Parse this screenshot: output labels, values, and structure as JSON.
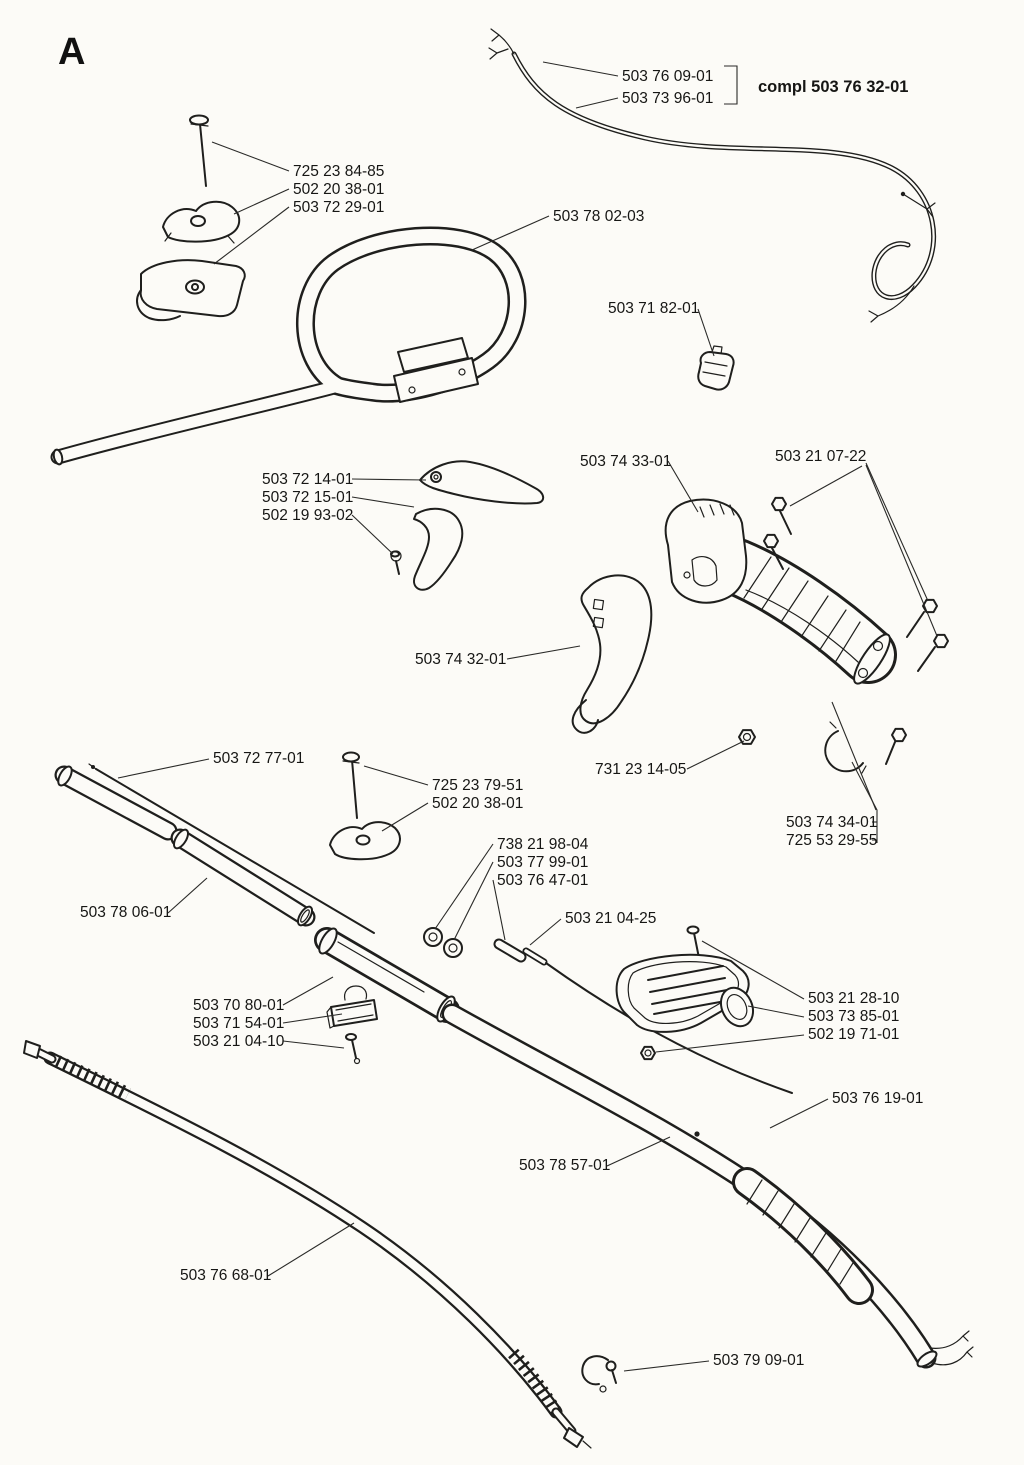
{
  "page": {
    "section_label": "A"
  },
  "colors": {
    "ink": "#1f1f1d",
    "paper": "#fcfbf7"
  },
  "labels": [
    {
      "text": "503 76 09-01"
    },
    {
      "text": "503 73 96-01"
    },
    {
      "text": "compl 503 76 32-01"
    },
    {
      "text": "725 23 84-85"
    },
    {
      "text": "502 20 38-01"
    },
    {
      "text": "503 72 29-01"
    },
    {
      "text": "503 78 02-03"
    },
    {
      "text": "503 71 82-01"
    },
    {
      "text": "503 74 33-01"
    },
    {
      "text": "503 21 07-22"
    },
    {
      "text": "503 72 14-01"
    },
    {
      "text": "503 72 15-01"
    },
    {
      "text": "502 19 93-02"
    },
    {
      "text": "503 74 32-01"
    },
    {
      "text": "731 23 14-05"
    },
    {
      "text": "503 74 34-01"
    },
    {
      "text": "725 53 29-55"
    },
    {
      "text": "503 72 77-01"
    },
    {
      "text": "725 23 79-51"
    },
    {
      "text": "502 20 38-01"
    },
    {
      "text": "738 21 98-04"
    },
    {
      "text": "503 77 99-01"
    },
    {
      "text": "503 76 47-01"
    },
    {
      "text": "503 21 04-25"
    },
    {
      "text": "503 78 06-01"
    },
    {
      "text": "503 70 80-01"
    },
    {
      "text": "503 71 54-01"
    },
    {
      "text": "503 21 04-10"
    },
    {
      "text": "503 21 28-10"
    },
    {
      "text": "503 73 85-01"
    },
    {
      "text": "502 19 71-01"
    },
    {
      "text": "503 76 19-01"
    },
    {
      "text": "503 78 57-01"
    },
    {
      "text": "503 76 68-01"
    },
    {
      "text": "503 79 09-01"
    }
  ]
}
